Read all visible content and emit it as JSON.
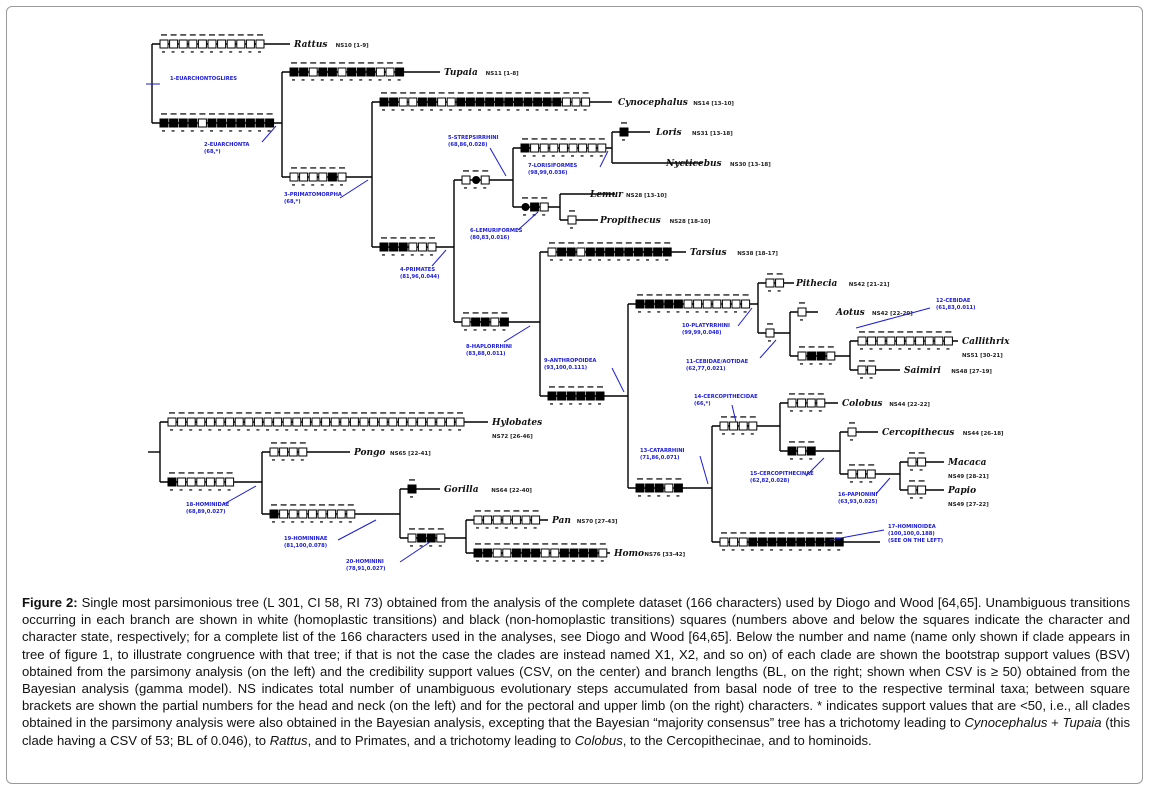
{
  "taxa": {
    "rattus": {
      "name": "Rattus",
      "ns": "NS10 [1-9]"
    },
    "tupaia": {
      "name": "Tupaia",
      "ns": "NS11 [1-8]"
    },
    "cynocephalus": {
      "name": "Cynocephalus",
      "ns": "NS14 [13-10]"
    },
    "loris": {
      "name": "Loris",
      "ns": "NS31 [13-18]"
    },
    "nycticebus": {
      "name": "Nycticebus",
      "ns": "NS30 [13-18]"
    },
    "lemur": {
      "name": "Lemur",
      "ns": "NS28 [13-10]"
    },
    "propithecus": {
      "name": "Propithecus",
      "ns": "NS28 [18-10]"
    },
    "tarsius": {
      "name": "Tarsius",
      "ns": "NS38 [18-17]"
    },
    "pithecia": {
      "name": "Pithecia",
      "ns": "NS42 [21-21]"
    },
    "aotus": {
      "name": "Aotus",
      "ns": "NS42 [22-20]"
    },
    "callithrix": {
      "name": "Callithrix",
      "ns": "NS51 [30-21]"
    },
    "saimiri": {
      "name": "Saimiri",
      "ns": "NS48 [27-19]"
    },
    "colobus": {
      "name": "Colobus",
      "ns": "NS44 [22-22]"
    },
    "cercopithecus": {
      "name": "Cercopithecus",
      "ns": "NS44 [26-18]"
    },
    "macaca": {
      "name": "Macaca",
      "ns": "NS49 [28-21]"
    },
    "papio": {
      "name": "Papio",
      "ns": "NS49 [27-22]"
    },
    "hylobates": {
      "name": "Hylobates",
      "ns": "NS72 [26-46]"
    },
    "pongo": {
      "name": "Pongo",
      "ns": "NS65 [22-41]"
    },
    "gorilla": {
      "name": "Gorilla",
      "ns": "NS64 [22-40]"
    },
    "pan": {
      "name": "Pan",
      "ns": "NS70 [27-43]"
    },
    "homo": {
      "name": "Homo",
      "ns": "NS76 [33-42]"
    }
  },
  "clades": {
    "c1": [
      "1-EUARCHONTOGLIRES"
    ],
    "c2": [
      "2-EUARCHONTA",
      "(68,*)"
    ],
    "c3": [
      "3-PRIMATOMORPHA",
      "(68,*)"
    ],
    "c4": [
      "4-PRIMATES",
      "(81,96,0.044)"
    ],
    "c5": [
      "5-STREPSIRRHINI",
      "(68,86,0.028)"
    ],
    "c6": [
      "6-LEMURIFORMES",
      "(80,83,0.016)"
    ],
    "c7": [
      "7-LORISIFORMES",
      "(98,99,0.036)"
    ],
    "c8": [
      "8-HAPLORRHINI",
      "(83,88,0.011)"
    ],
    "c9": [
      "9-ANTHROPOIDEA",
      "(93,100,0.111)"
    ],
    "c10": [
      "10-PLATYRRHINI",
      "(99,99,0.048)"
    ],
    "c11": [
      "11-CEBIDAE/AOTIDAE",
      "(62,77,0.021)"
    ],
    "c12": [
      "12-CEBIDAE",
      "(61,83,0.011)"
    ],
    "c13": [
      "13-CATARRHINI",
      "(71,86,0.071)"
    ],
    "c14": [
      "14-CERCOPITHECIDAE",
      "(66,*)"
    ],
    "c15": [
      "15-CERCOPITHECINAE",
      "(62,82,0.028)"
    ],
    "c16": [
      "16-PAPIONINI",
      "(63,93,0.025)"
    ],
    "c17": [
      "17-HOMINOIDEA",
      "(100,100,0.188)",
      "(SEE ON THE LEFT)"
    ],
    "c18": [
      "18-HOMINIDAE",
      "(68,89,0.027)"
    ],
    "c19": [
      "19-HOMININAE",
      "(81,100,0.078)"
    ],
    "c20": [
      "20-HOMININI",
      "(78,91,0.027)"
    ]
  },
  "caption": {
    "label": "Figure 2:",
    "t1": "Single most parsimonious tree (L 301, CI 58, RI 73) obtained from the analysis of the complete dataset (166 characters) used by Diogo and Wood [64,65]. Unambiguous transitions occurring in each branch are shown in white (homoplastic transitions) and black (non-homoplastic transitions) squares (numbers above and below the squares indicate the character and character state, respectively; for a complete list of the 166 characters used in the analyses, see Diogo and Wood [64,65]. Below the number and name (name only shown if clade appears in tree of figure 1, to illustrate congruence with that tree; if that is not the case the clades are instead named X1, X2, and so on) of each clade are shown the bootstrap support values (BSV) obtained from the parsimony analysis (on the left) and the credibility support values (CSV, on the center) and branch lengths (BL, on the right; shown when CSV is ≥ 50) obtained from the Bayesian analysis (gamma model). NS indicates total number of unambiguous evolutionary steps accumulated from basal node of tree to the respective terminal taxa; between square brackets are shown the partial numbers for the head and neck (on the left) and for the pectoral and upper limb (on the right) characters. * indicates support values that are <50, i.e., all clades obtained in the parsimony analysis were also obtained in the Bayesian analysis, excepting that the Bayesian “majority consensus” tree has a trichotomy leading to ",
    "i1": "Cynocephalus",
    "t2": " + ",
    "i2": "Tupaia",
    "t3": " (this clade having a CSV of 53; BL of 0.046), to ",
    "i3": "Rattus",
    "t4": ", and to Primates, and a trichotomy leading to ",
    "i4": "Colobus",
    "t5": ", to the Cercopithecinae, and to hominoids."
  }
}
